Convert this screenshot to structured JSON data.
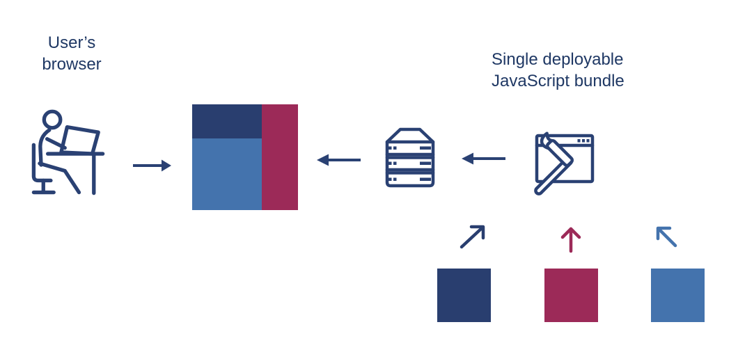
{
  "labels": {
    "user_browser": "User’s\nbrowser",
    "bundle": "Single deployable\nJavaScript bundle"
  },
  "colors": {
    "navy": "#293E6F",
    "blue": "#4473AD",
    "crimson": "#9C2A58",
    "line": "#2A4173",
    "text": "#1F3864",
    "background": "#FFFFFF"
  },
  "icons": {
    "user": "person-at-desk-icon",
    "server": "server-rack-icon",
    "bundle": "browser-with-hammer-icon",
    "flow_arrows": [
      "arrow-right-icon",
      "arrow-left-icon",
      "arrow-left-icon"
    ],
    "module_arrows": [
      "arrow-up-right-icon",
      "arrow-up-icon",
      "arrow-up-left-icon"
    ]
  },
  "composite_block": {
    "segments": [
      {
        "id": "navy-top-left",
        "color": "#293E6F"
      },
      {
        "id": "blue-bottom-left",
        "color": "#4473AD"
      },
      {
        "id": "crimson-right",
        "color": "#9C2A58"
      }
    ]
  },
  "modules": [
    {
      "id": "module-navy",
      "color": "#293E6F",
      "arrow": "up-right"
    },
    {
      "id": "module-crimson",
      "color": "#9C2A58",
      "arrow": "up"
    },
    {
      "id": "module-blue",
      "color": "#4473AD",
      "arrow": "up-left"
    }
  ]
}
